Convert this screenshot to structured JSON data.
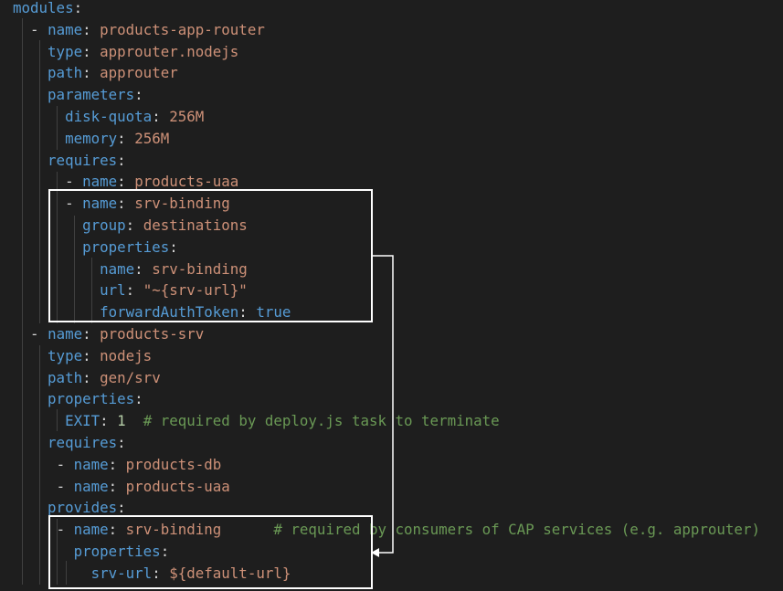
{
  "editor": {
    "lines": [
      {
        "indent": "",
        "parts": [
          {
            "cls": "k",
            "t": "modules"
          },
          {
            "cls": "p",
            "t": ":"
          }
        ]
      },
      {
        "indent": "  ",
        "parts": [
          {
            "cls": "p",
            "t": "- "
          },
          {
            "cls": "k",
            "t": "name"
          },
          {
            "cls": "p",
            "t": ": "
          },
          {
            "cls": "s",
            "t": "products-app-router"
          }
        ]
      },
      {
        "indent": "    ",
        "parts": [
          {
            "cls": "k",
            "t": "type"
          },
          {
            "cls": "p",
            "t": ": "
          },
          {
            "cls": "s",
            "t": "approuter.nodejs"
          }
        ]
      },
      {
        "indent": "    ",
        "parts": [
          {
            "cls": "k",
            "t": "path"
          },
          {
            "cls": "p",
            "t": ": "
          },
          {
            "cls": "s",
            "t": "approuter"
          }
        ]
      },
      {
        "indent": "    ",
        "parts": [
          {
            "cls": "k",
            "t": "parameters"
          },
          {
            "cls": "p",
            "t": ":"
          }
        ]
      },
      {
        "indent": "      ",
        "parts": [
          {
            "cls": "k",
            "t": "disk-quota"
          },
          {
            "cls": "p",
            "t": ": "
          },
          {
            "cls": "s",
            "t": "256M"
          }
        ]
      },
      {
        "indent": "      ",
        "parts": [
          {
            "cls": "k",
            "t": "memory"
          },
          {
            "cls": "p",
            "t": ": "
          },
          {
            "cls": "s",
            "t": "256M"
          }
        ]
      },
      {
        "indent": "    ",
        "parts": [
          {
            "cls": "k",
            "t": "requires"
          },
          {
            "cls": "p",
            "t": ":"
          }
        ]
      },
      {
        "indent": "      ",
        "parts": [
          {
            "cls": "p",
            "t": "- "
          },
          {
            "cls": "k",
            "t": "name"
          },
          {
            "cls": "p",
            "t": ": "
          },
          {
            "cls": "s",
            "t": "products-uaa"
          }
        ]
      },
      {
        "indent": "      ",
        "parts": [
          {
            "cls": "p",
            "t": "- "
          },
          {
            "cls": "k",
            "t": "name"
          },
          {
            "cls": "p",
            "t": ": "
          },
          {
            "cls": "s",
            "t": "srv-binding"
          }
        ]
      },
      {
        "indent": "        ",
        "parts": [
          {
            "cls": "k",
            "t": "group"
          },
          {
            "cls": "p",
            "t": ": "
          },
          {
            "cls": "s",
            "t": "destinations"
          }
        ]
      },
      {
        "indent": "        ",
        "parts": [
          {
            "cls": "k",
            "t": "properties"
          },
          {
            "cls": "p",
            "t": ":"
          }
        ]
      },
      {
        "indent": "          ",
        "parts": [
          {
            "cls": "k",
            "t": "name"
          },
          {
            "cls": "p",
            "t": ": "
          },
          {
            "cls": "s",
            "t": "srv-binding"
          }
        ]
      },
      {
        "indent": "          ",
        "parts": [
          {
            "cls": "k",
            "t": "url"
          },
          {
            "cls": "p",
            "t": ": "
          },
          {
            "cls": "s",
            "t": "\"~{srv-url}\""
          }
        ]
      },
      {
        "indent": "          ",
        "parts": [
          {
            "cls": "k",
            "t": "forwardAuthToken"
          },
          {
            "cls": "p",
            "t": ": "
          },
          {
            "cls": "b",
            "t": "true"
          }
        ]
      },
      {
        "indent": "  ",
        "parts": [
          {
            "cls": "p",
            "t": "- "
          },
          {
            "cls": "k",
            "t": "name"
          },
          {
            "cls": "p",
            "t": ": "
          },
          {
            "cls": "s",
            "t": "products-srv"
          }
        ]
      },
      {
        "indent": "    ",
        "parts": [
          {
            "cls": "k",
            "t": "type"
          },
          {
            "cls": "p",
            "t": ": "
          },
          {
            "cls": "s",
            "t": "nodejs"
          }
        ]
      },
      {
        "indent": "    ",
        "parts": [
          {
            "cls": "k",
            "t": "path"
          },
          {
            "cls": "p",
            "t": ": "
          },
          {
            "cls": "s",
            "t": "gen/srv"
          }
        ]
      },
      {
        "indent": "    ",
        "parts": [
          {
            "cls": "k",
            "t": "properties"
          },
          {
            "cls": "p",
            "t": ":"
          }
        ]
      },
      {
        "indent": "      ",
        "parts": [
          {
            "cls": "k",
            "t": "EXIT"
          },
          {
            "cls": "p",
            "t": ": "
          },
          {
            "cls": "n",
            "t": "1"
          },
          {
            "cls": "p",
            "t": "  "
          },
          {
            "cls": "c",
            "t": "# required by deploy.js task to terminate"
          }
        ]
      },
      {
        "indent": "    ",
        "parts": [
          {
            "cls": "k",
            "t": "requires"
          },
          {
            "cls": "p",
            "t": ":"
          }
        ]
      },
      {
        "indent": "     ",
        "parts": [
          {
            "cls": "p",
            "t": "- "
          },
          {
            "cls": "k",
            "t": "name"
          },
          {
            "cls": "p",
            "t": ": "
          },
          {
            "cls": "s",
            "t": "products-db"
          }
        ]
      },
      {
        "indent": "     ",
        "parts": [
          {
            "cls": "p",
            "t": "- "
          },
          {
            "cls": "k",
            "t": "name"
          },
          {
            "cls": "p",
            "t": ": "
          },
          {
            "cls": "s",
            "t": "products-uaa"
          }
        ]
      },
      {
        "indent": "    ",
        "parts": [
          {
            "cls": "k",
            "t": "provides"
          },
          {
            "cls": "p",
            "t": ":"
          }
        ]
      },
      {
        "indent": "     ",
        "parts": [
          {
            "cls": "p",
            "t": "- "
          },
          {
            "cls": "k",
            "t": "name"
          },
          {
            "cls": "p",
            "t": ": "
          },
          {
            "cls": "s",
            "t": "srv-binding"
          },
          {
            "cls": "p",
            "t": "      "
          },
          {
            "cls": "c",
            "t": "# required by consumers of CAP services (e.g. approuter)"
          }
        ]
      },
      {
        "indent": "       ",
        "parts": [
          {
            "cls": "k",
            "t": "properties"
          },
          {
            "cls": "p",
            "t": ":"
          }
        ]
      },
      {
        "indent": "         ",
        "parts": [
          {
            "cls": "k",
            "t": "srv-url"
          },
          {
            "cls": "p",
            "t": ": "
          },
          {
            "cls": "s",
            "t": "${default-url}"
          }
        ]
      }
    ]
  },
  "theme": {
    "background": "#1e1e1e",
    "key": "#569cd6",
    "string": "#ce9178",
    "number": "#b5cea8",
    "boolean": "#569cd6",
    "comment": "#6a9955",
    "punctuation": "#d4d4d4",
    "highlight_border": "#ffffff"
  }
}
